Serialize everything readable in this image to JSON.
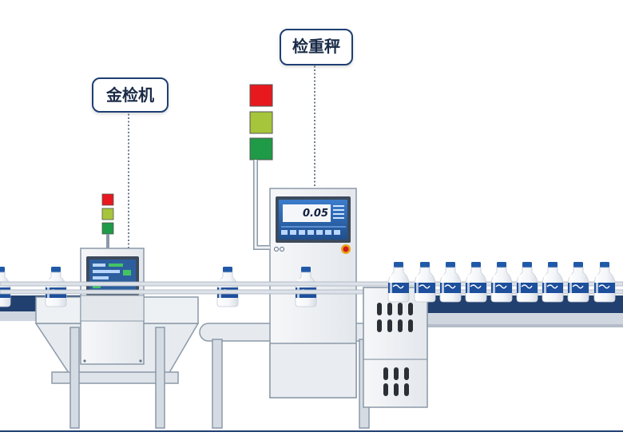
{
  "labels": {
    "metal_detector": "金检机",
    "checkweigher": "检重秤"
  },
  "checkweigher": {
    "weight_readout": "0.05"
  },
  "colors": {
    "label_border": "#1f3f73",
    "conveyor_belt": "#21406f",
    "machine_body": "#eef1f4",
    "machine_edge": "#8b99a8",
    "screen_frame": "#3d4a5c",
    "screen_blue": "#2f6fb5",
    "bottle_cap": "#2059a8",
    "bottle_label": "#1d4f9c",
    "light_red": "#e8191e",
    "light_yellow": "#a6c53a",
    "light_green": "#1f9a46"
  },
  "icons": {
    "stack_light": "signal-tower-icon",
    "emergency_stop": "emergency-stop-icon",
    "bottle": "milk-bottle-icon"
  }
}
